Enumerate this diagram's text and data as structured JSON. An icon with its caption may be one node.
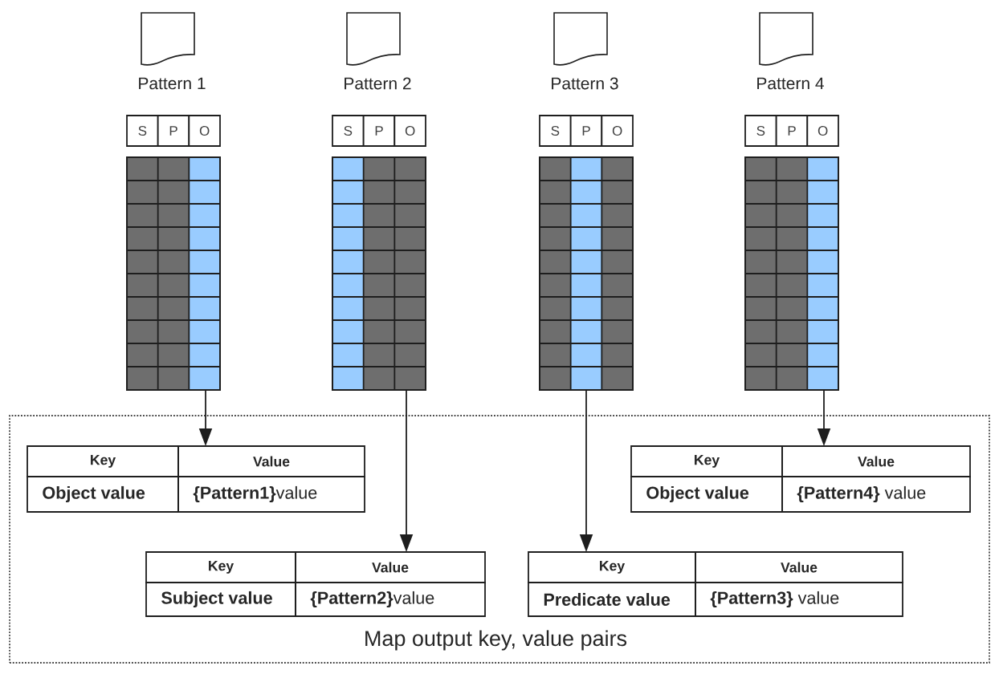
{
  "diagram": {
    "nodes": [
      {
        "text": [
          "Pattern 1"
        ]
      },
      {
        "text": [
          "Pattern 2"
        ]
      },
      {
        "text": [
          "Pattern 3"
        ]
      },
      {
        "text": [
          "Pattern 4"
        ]
      },
      {
        "text": [
          "S",
          "P",
          "O"
        ]
      },
      {
        "text": [
          "S",
          "P",
          "O"
        ]
      },
      {
        "text": [
          "S",
          "P",
          "O"
        ]
      },
      {
        "text": [
          "S",
          "P",
          "O"
        ]
      },
      {
        "text": [],
        "shape": "grid"
      },
      {
        "text": [],
        "shape": "grid"
      },
      {
        "text": [],
        "shape": "grid"
      },
      {
        "text": [],
        "shape": "grid"
      },
      {
        "text": [
          "Map output key, value pairs"
        ]
      },
      {
        "text": [
          "Key",
          "Value",
          "Object value",
          "**{Pattern1}**value"
        ],
        "in": 12
      },
      {
        "text": [
          "Key",
          "Value",
          "Object value",
          "**{Pattern4}** value"
        ],
        "in": 12
      },
      {
        "text": [
          "Key",
          "Value",
          "Subject value",
          "**{Pattern2}**value"
        ],
        "in": 12
      },
      {
        "text": [
          "Key",
          "Value",
          "Predicate value",
          "**{Pattern3}** value"
        ],
        "in": 12
      }
    ],
    "edges": [
      {
        "from": 8,
        "to": 13,
        "arrow": "to"
      },
      {
        "from": 9,
        "to": 15,
        "arrow": "to"
      },
      {
        "from": 10,
        "to": 16,
        "arrow": "to"
      },
      {
        "from": 11,
        "to": 14,
        "arrow": "to"
      }
    ]
  }
}
